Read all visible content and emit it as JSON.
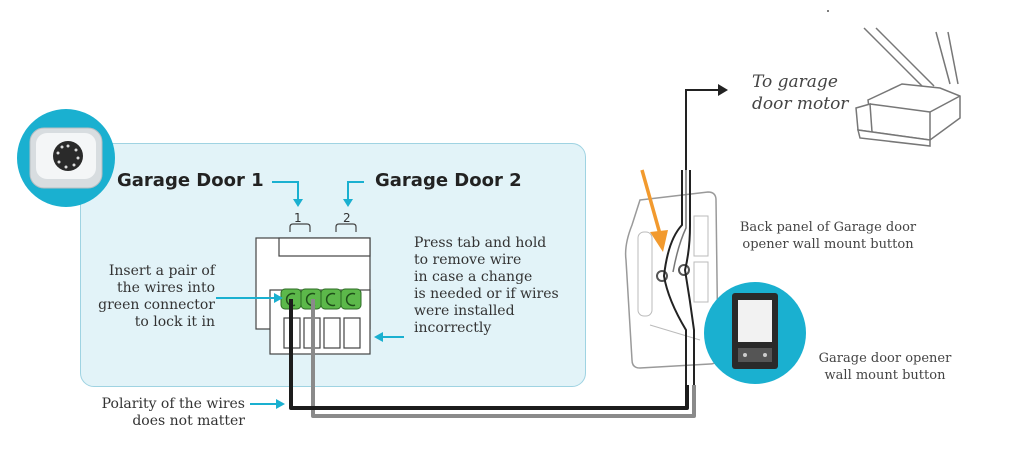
{
  "labels": {
    "door1": "Garage Door 1",
    "door2": "Garage Door 2",
    "port1": "1",
    "port2": "2",
    "insert_lines": [
      "Insert a pair of",
      "the wires into",
      "green connector",
      "to lock it in"
    ],
    "press_lines": [
      "Press tab and hold",
      "to remove wire",
      "in case a change",
      "is needed or if wires",
      "were installed",
      "incorrectly"
    ],
    "polarity_lines": [
      "Polarity of the wires",
      "does not matter"
    ],
    "motor_lines": [
      "To garage",
      "door motor"
    ],
    "back_panel_lines": [
      "Back panel of Garage door",
      "opener wall mount button"
    ],
    "wall_button_lines": [
      "Garage door opener",
      "wall mount button"
    ]
  },
  "colors": {
    "accent": "#1ab0d0",
    "panel_bg": "#e2f3f8",
    "connector_green": "#5cb84a",
    "callout_orange": "#f29a2e",
    "wire_dark": "#1c1c1c",
    "wire_grey": "#8a8a8a"
  },
  "icons": [
    "device-icon",
    "wall-button-icon",
    "garage-motor-icon"
  ]
}
